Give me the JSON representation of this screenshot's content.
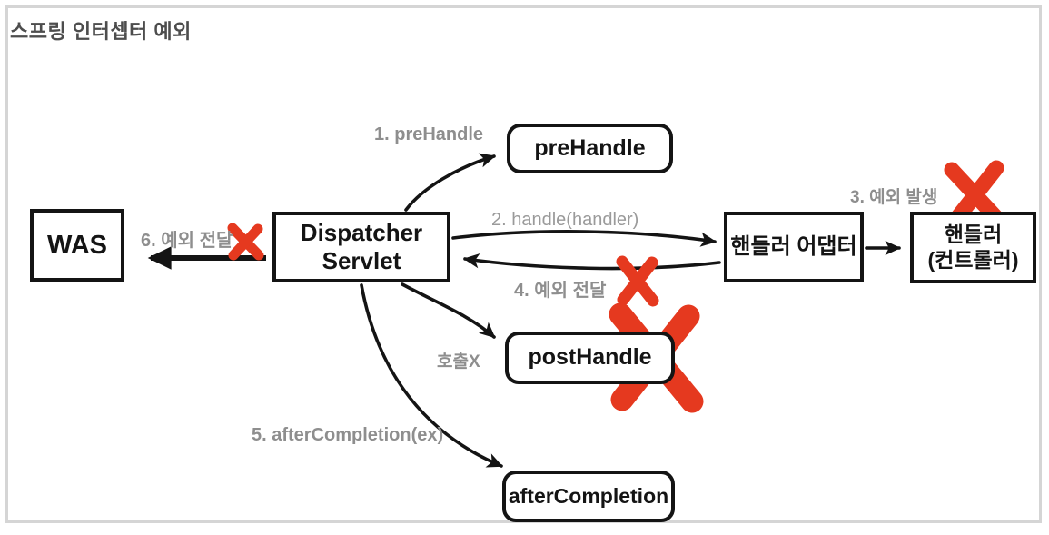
{
  "title": "스프링 인터셉터 예외",
  "colors": {
    "x_mark_red": "#e5391f",
    "label_gray": "#8e8e8e",
    "title_gray": "#4d4d4d",
    "box_border_black": "#141414",
    "frame_gray": "#d5d5d5"
  },
  "nodes": {
    "was": {
      "label": "WAS"
    },
    "dispatcher": {
      "line1": "Dispatcher",
      "line2": "Servlet"
    },
    "pre_handle": {
      "label": "preHandle"
    },
    "handler_adapter": {
      "label": "핸들러 어댑터"
    },
    "handler": {
      "line1": "핸들러",
      "line2": "(컨트롤러)"
    },
    "post_handle": {
      "label": "postHandle"
    },
    "after_completion": {
      "label": "afterCompletion"
    }
  },
  "edge_labels": {
    "step1": "1. preHandle",
    "step2": "2. handle(handler)",
    "step3": "3. 예외 발생",
    "step4": "4. 예외 전달",
    "step5": "5. afterCompletion(ex)",
    "step6": "6. 예외 전달",
    "no_call": "호출X"
  },
  "annotations": {
    "x_marks": [
      {
        "name": "exception-x-step6",
        "meaning": "예외 전달 (WAS로)",
        "center": "270,266"
      },
      {
        "name": "exception-x-step3",
        "meaning": "예외 발생 (핸들러)",
        "center": "1074,215"
      },
      {
        "name": "exception-x-step4",
        "meaning": "예외 전달 (어댑터→서블릿)",
        "center": "702,309"
      },
      {
        "name": "exception-x-posthandle",
        "meaning": "postHandle 호출 안됨",
        "center": "722,394"
      }
    ]
  }
}
